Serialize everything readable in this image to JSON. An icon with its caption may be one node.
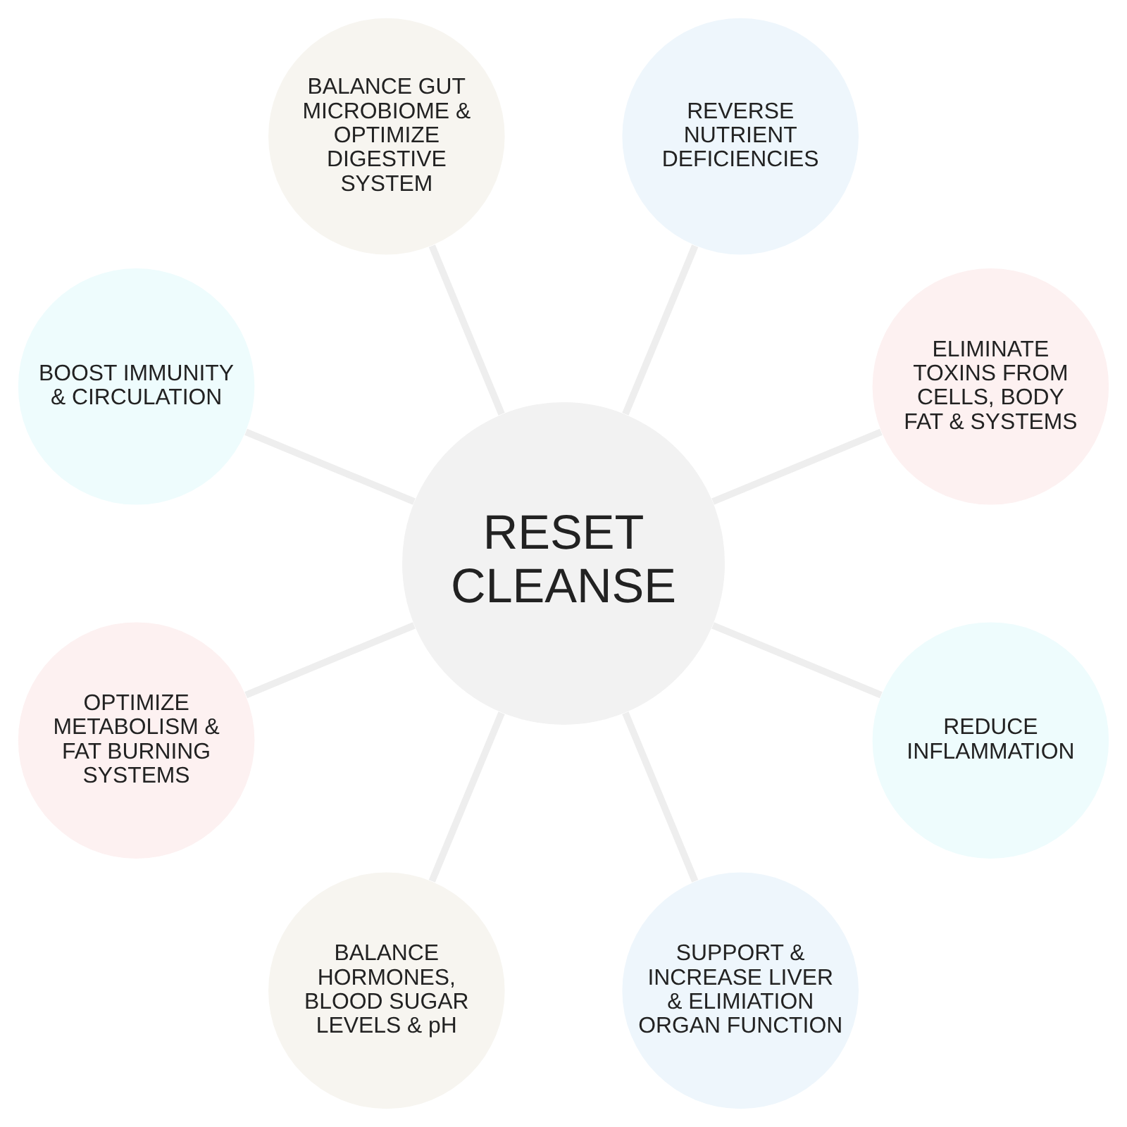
{
  "diagram": {
    "nodes": [
      {
        "text": [
          "RESET CLEANSE"
        ]
      },
      {
        "text": [
          "ELIMINATE TOXINS FROM CELLS, BODY FAT & SYSTEMS"
        ]
      },
      {
        "text": [
          "REVERSE NUTRIENT DEFICIENCIES"
        ]
      },
      {
        "text": [
          "BALANCE GUT MICROBIOME & OPTIMIZE DIGESTIVE SYSTEM"
        ]
      },
      {
        "text": [
          "BOOST IMMUNITY & CIRCULATION"
        ]
      },
      {
        "text": [
          "OPTIMIZE METABOLISM & FAT BURNING SYSTEMS"
        ]
      },
      {
        "text": [
          "BALANCE HORMONES, BLOOD SUGAR LEVELS & pH"
        ]
      },
      {
        "text": [
          "SUPPORT & INCREASE LIVER & ELIMIATION ORGAN FUNCTION"
        ]
      },
      {
        "text": [
          "REDUCE INFLAMMATION"
        ]
      }
    ],
    "edges": [
      {
        "from": 0,
        "to": 1,
        "arrow": "none"
      },
      {
        "from": 0,
        "to": 2,
        "arrow": "none"
      },
      {
        "from": 0,
        "to": 3,
        "arrow": "none"
      },
      {
        "from": 0,
        "to": 4,
        "arrow": "none"
      },
      {
        "from": 0,
        "to": 5,
        "arrow": "none"
      },
      {
        "from": 0,
        "to": 6,
        "arrow": "none"
      },
      {
        "from": 0,
        "to": 7,
        "arrow": "none"
      },
      {
        "from": 0,
        "to": 8,
        "arrow": "none"
      }
    ]
  }
}
